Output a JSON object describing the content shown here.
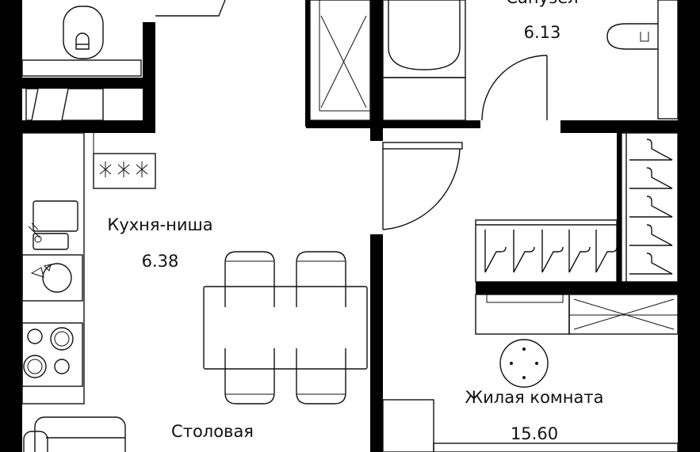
{
  "rooms": [
    {
      "key": "bathroom",
      "label": "Санузел",
      "area": "6.13"
    },
    {
      "key": "kitchen",
      "label": "Кухня-ниша",
      "area": "6.38"
    },
    {
      "key": "dining",
      "label": "Столовая",
      "area": ""
    },
    {
      "key": "living",
      "label": "Жилая комната",
      "area": "15.60"
    }
  ],
  "colors": {
    "wall": "#000000",
    "line": "#111111",
    "background": "#ffffff"
  }
}
